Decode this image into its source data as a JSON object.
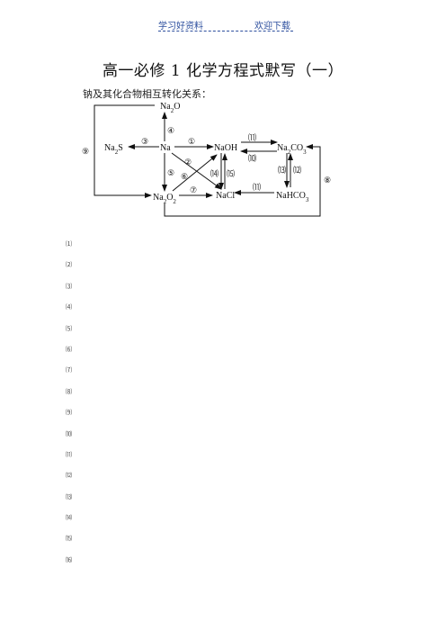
{
  "header": {
    "left": "学习好资料",
    "right": "欢迎下载"
  },
  "title": "高一必修 1 化学方程式默写（一）",
  "subtitle": "钠及其化合物相互转化关系：",
  "diagram": {
    "species": {
      "na2o": "Na2O",
      "na2s": "Na2S",
      "na": "Na",
      "naoh": "NaOH",
      "na2co3": "Na2CO3",
      "na2o2": "Na2O2",
      "nacl": "NaCl",
      "nahco3": "NaHCO3"
    },
    "reaction_labels": {
      "r1": "①",
      "r2": "②",
      "r3": "③",
      "r4": "④",
      "r5": "⑤",
      "r6": "⑥",
      "r7": "⑦",
      "r8": "⑧",
      "r9": "⑨",
      "r10": "⑽",
      "r11a": "⑾",
      "r11b": "⑾",
      "r12": "⑿",
      "r13": "⒀",
      "r14": "⒁",
      "r15": "⒂"
    }
  },
  "answer_lines": [
    "⑴",
    "⑵",
    "⑶",
    "⑷",
    "⑸",
    "⑹",
    "⑺",
    "⑻",
    "⑼",
    "⑽",
    "⑾",
    "⑿",
    "⒀",
    "⒁",
    "⒂",
    "⒃"
  ]
}
